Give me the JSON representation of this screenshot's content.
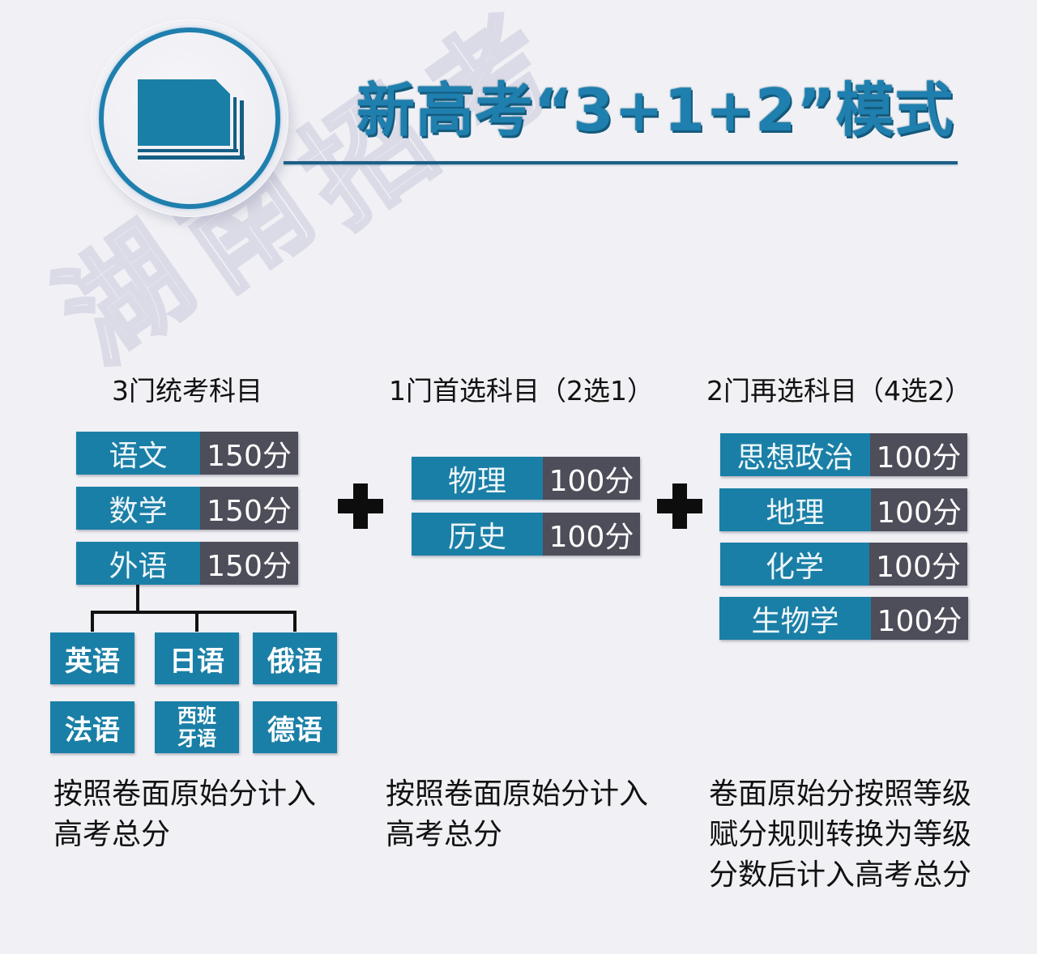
{
  "watermark": {
    "text": [
      "湖",
      "南",
      "招",
      "考"
    ]
  },
  "header": {
    "icon": "document-stack-icon",
    "title": "新高考“3+1+2”模式"
  },
  "colors": {
    "accent_teal": "#1a7fa6",
    "score_slate": "#4e4d5a",
    "title_blue": "#1f7fae",
    "rule_blue": "#1b5f86",
    "background": "#f1f1f5"
  },
  "columns": [
    {
      "header": "3门统考科目",
      "subjects": [
        {
          "name": "语文",
          "score": "150分"
        },
        {
          "name": "数学",
          "score": "150分"
        },
        {
          "name": "外语",
          "score": "150分"
        }
      ],
      "languages": [
        {
          "name": "英语"
        },
        {
          "name": "日语"
        },
        {
          "name": "俄语"
        },
        {
          "name": "法语"
        },
        {
          "name_line1": "西班",
          "name_line2": "牙语"
        },
        {
          "name": "德语"
        }
      ],
      "note": [
        "按照卷面原始分计入",
        "高考总分"
      ]
    },
    {
      "header": "1门首选科目（2选1）",
      "subjects": [
        {
          "name": "物理",
          "score": "100分"
        },
        {
          "name": "历史",
          "score": "100分"
        }
      ],
      "note": [
        "按照卷面原始分计入",
        "高考总分"
      ]
    },
    {
      "header": "2门再选科目（4选2）",
      "subjects": [
        {
          "name": "思想政治",
          "score": "100分"
        },
        {
          "name": "地理",
          "score": "100分"
        },
        {
          "name": "化学",
          "score": "100分"
        },
        {
          "name": "生物学",
          "score": "100分"
        }
      ],
      "note": [
        "卷面原始分按照等级",
        "赋分规则转换为等级",
        "分数后计入高考总分"
      ]
    }
  ],
  "operators": [
    "plus-icon",
    "plus-icon"
  ]
}
